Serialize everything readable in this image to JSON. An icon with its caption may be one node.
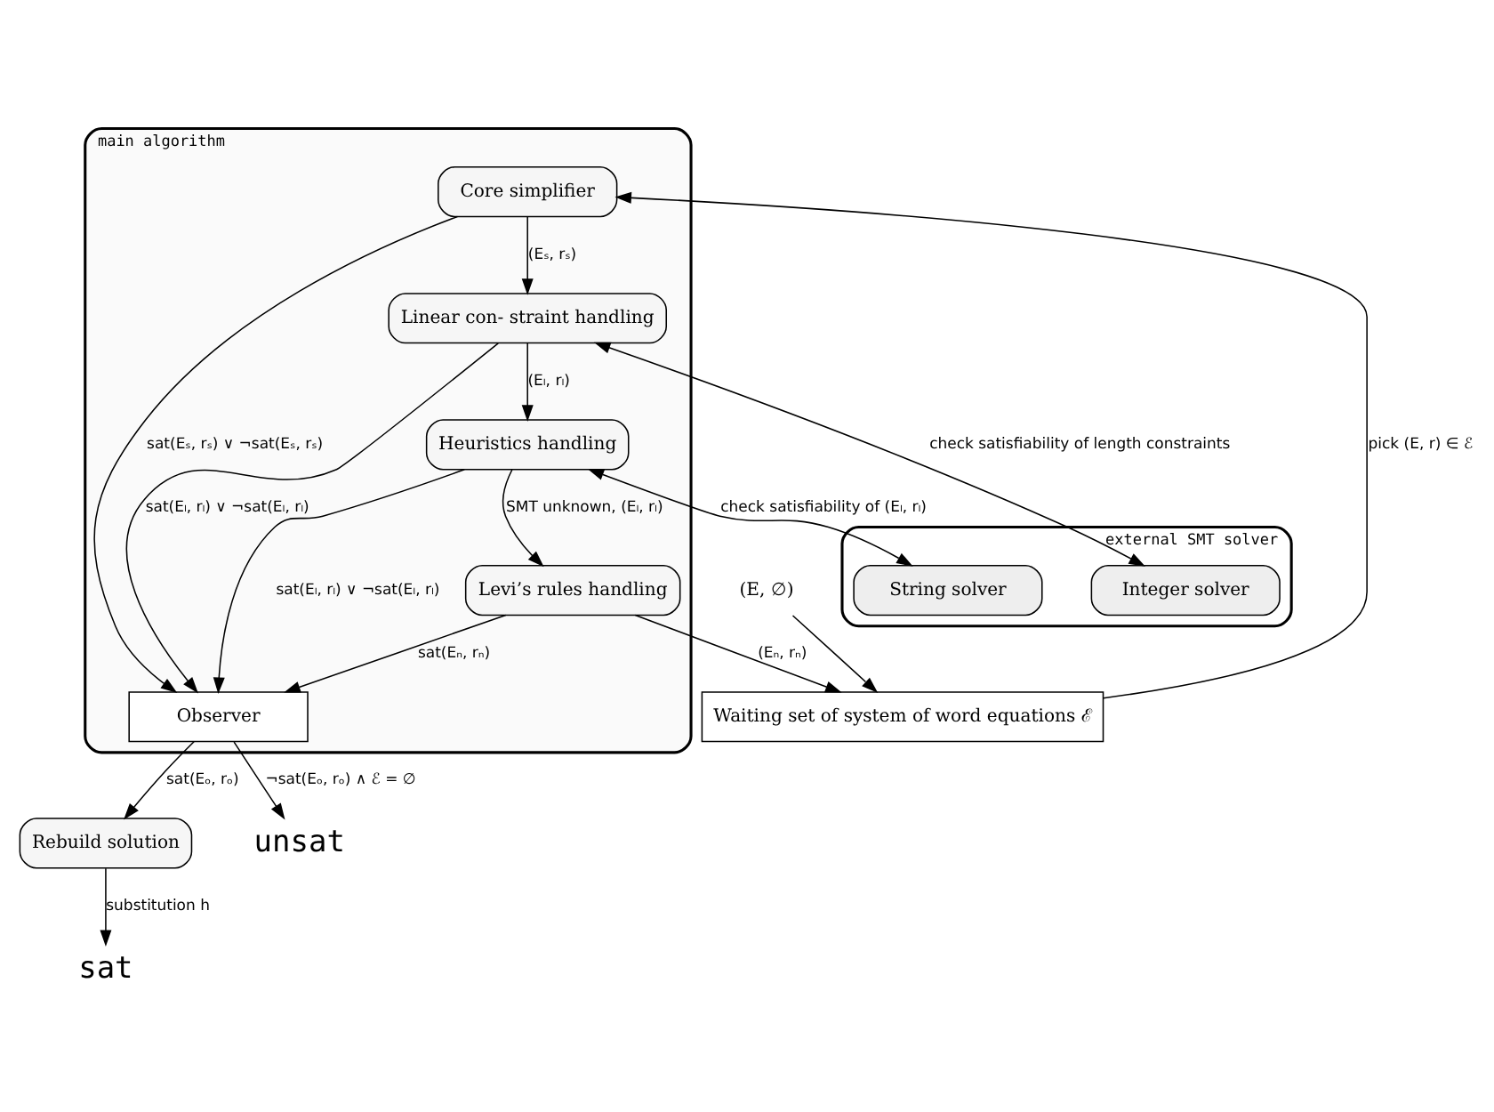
{
  "diagram": {
    "nodes": [
      {
        "text": [
          "(E, ∅)"
        ]
      },
      {
        "text": [
          "Waiting set of system of word equations ℰ"
        ]
      },
      {
        "text": [
          "external SMT solver"
        ]
      },
      {
        "text": [
          "Integer solver"
        ],
        "in": 2
      },
      {
        "text": [
          "String solver"
        ],
        "in": 2
      },
      {
        "text": [
          "main algorithm"
        ]
      },
      {
        "text": [
          "Core simplifier"
        ],
        "in": 5
      },
      {
        "text": [
          "Linear con- straint handling"
        ],
        "in": 5
      },
      {
        "text": [
          "Heuristics handling"
        ],
        "in": 5
      },
      {
        "text": [
          "Observer"
        ],
        "in": 5
      },
      {
        "text": [
          "Levi’s rules handling"
        ],
        "in": 5
      },
      {
        "text": [
          "Rebuild solution"
        ]
      },
      {
        "text": [
          "unsat"
        ]
      },
      {
        "text": [
          "sat"
        ]
      }
    ],
    "edges": [
      {
        "from": 0,
        "to": 1,
        "arrow": "to"
      },
      {
        "from": 1,
        "to": 6,
        "arrow": "to",
        "label": "pick (E, r) ∈ ℰ"
      },
      {
        "from": 6,
        "to": 7,
        "arrow": "to",
        "label": "(Eₛ, rₛ)"
      },
      {
        "from": 7,
        "to": 8,
        "arrow": "to",
        "label": "(Eₗ, rₗ)"
      },
      {
        "from": 7,
        "to": 3,
        "arrow": "both",
        "label": "check satisfiability of length constraints"
      },
      {
        "from": 8,
        "to": 4,
        "arrow": "both",
        "label": "check satisfiability of (Eₗ, rₗ)"
      },
      {
        "from": 6,
        "to": 9,
        "arrow": "to",
        "label": "sat(Eₛ, rₛ) ∨ ¬sat(Eₛ, rₛ)"
      },
      {
        "from": 7,
        "to": 9,
        "arrow": "to",
        "label": "sat(Eₗ, rₗ) ∨ ¬sat(Eₗ, rₗ)"
      },
      {
        "from": 8,
        "to": 9,
        "arrow": "to",
        "label": "sat(Eₗ, rₗ) ∨ ¬sat(Eₗ, rₗ)"
      },
      {
        "from": 8,
        "to": 10,
        "arrow": "to",
        "label": "SMT unknown, (Eₗ, rₗ)"
      },
      {
        "from": 10,
        "to": 9,
        "arrow": "to",
        "label": "sat(Eₙ, rₙ)"
      },
      {
        "from": 10,
        "to": 1,
        "arrow": "to",
        "label": "(Eₙ, rₙ)"
      },
      {
        "from": 9,
        "to": 12,
        "arrow": "to",
        "label": "¬sat(Eₒ, rₒ) ∧ ℰ = ∅"
      },
      {
        "from": 9,
        "to": 11,
        "arrow": "to",
        "label": "sat(Eₒ, rₒ)"
      },
      {
        "from": 11,
        "to": 13,
        "arrow": "to",
        "label": "substitution h"
      }
    ]
  }
}
